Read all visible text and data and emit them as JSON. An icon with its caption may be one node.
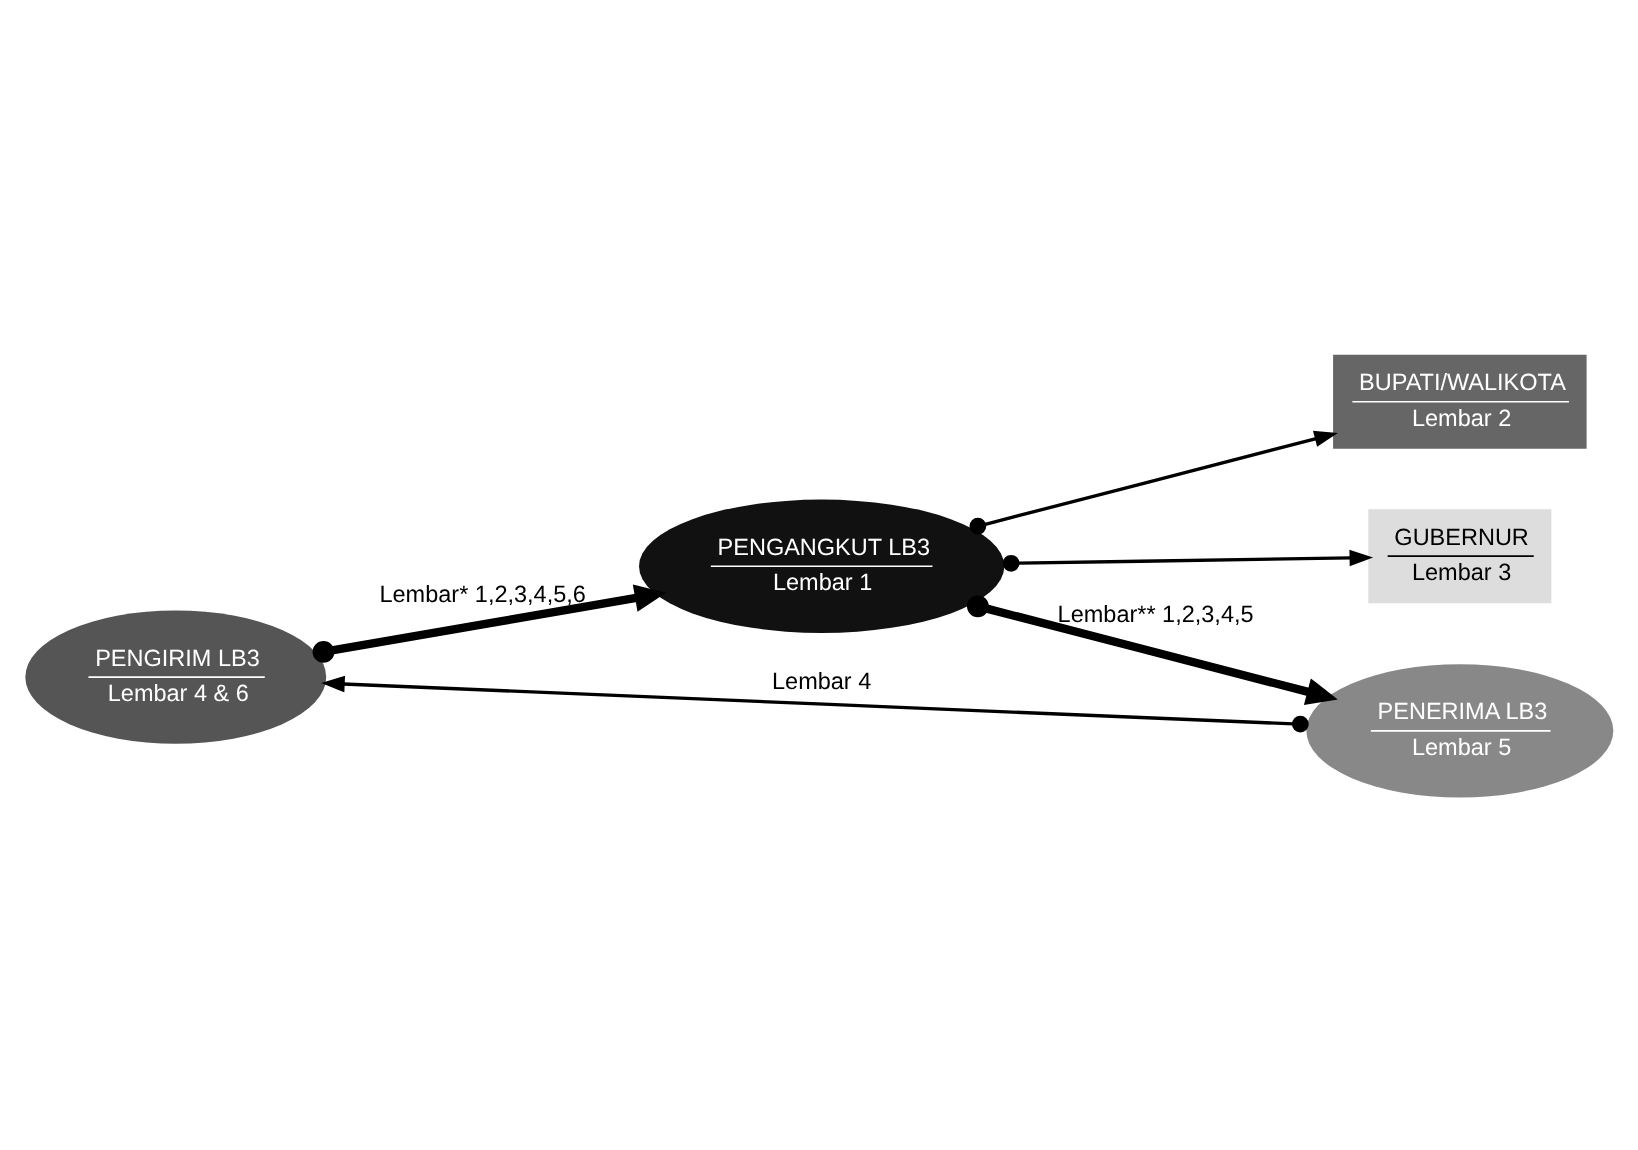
{
  "diagram": {
    "nodes": [
      {
        "text": [
          "PENGIRIM LB3",
          "Lembar 4 & 6"
        ]
      },
      {
        "text": [
          "PENGANGKUT LB3",
          "Lembar 1"
        ]
      },
      {
        "text": [
          "BUPATI/WALIKOTA",
          "Lembar 2"
        ]
      },
      {
        "text": [
          "GUBERNUR",
          "Lembar 3"
        ]
      },
      {
        "text": [
          "PENERIMA LB3",
          "Lembar 5"
        ]
      }
    ],
    "edges": [
      {
        "from": 0,
        "to": 1,
        "arrow": "to",
        "label": "Lembar* 1,2,3,4,5,6",
        "style": "thick"
      },
      {
        "from": 1,
        "to": 2,
        "arrow": "to"
      },
      {
        "from": 1,
        "to": 3,
        "arrow": "to"
      },
      {
        "from": 1,
        "to": 4,
        "arrow": "to",
        "label": "Lembar** 1,2,3,4,5",
        "style": "thick"
      },
      {
        "from": 4,
        "to": 0,
        "arrow": "to",
        "label": "Lembar 4"
      }
    ]
  }
}
